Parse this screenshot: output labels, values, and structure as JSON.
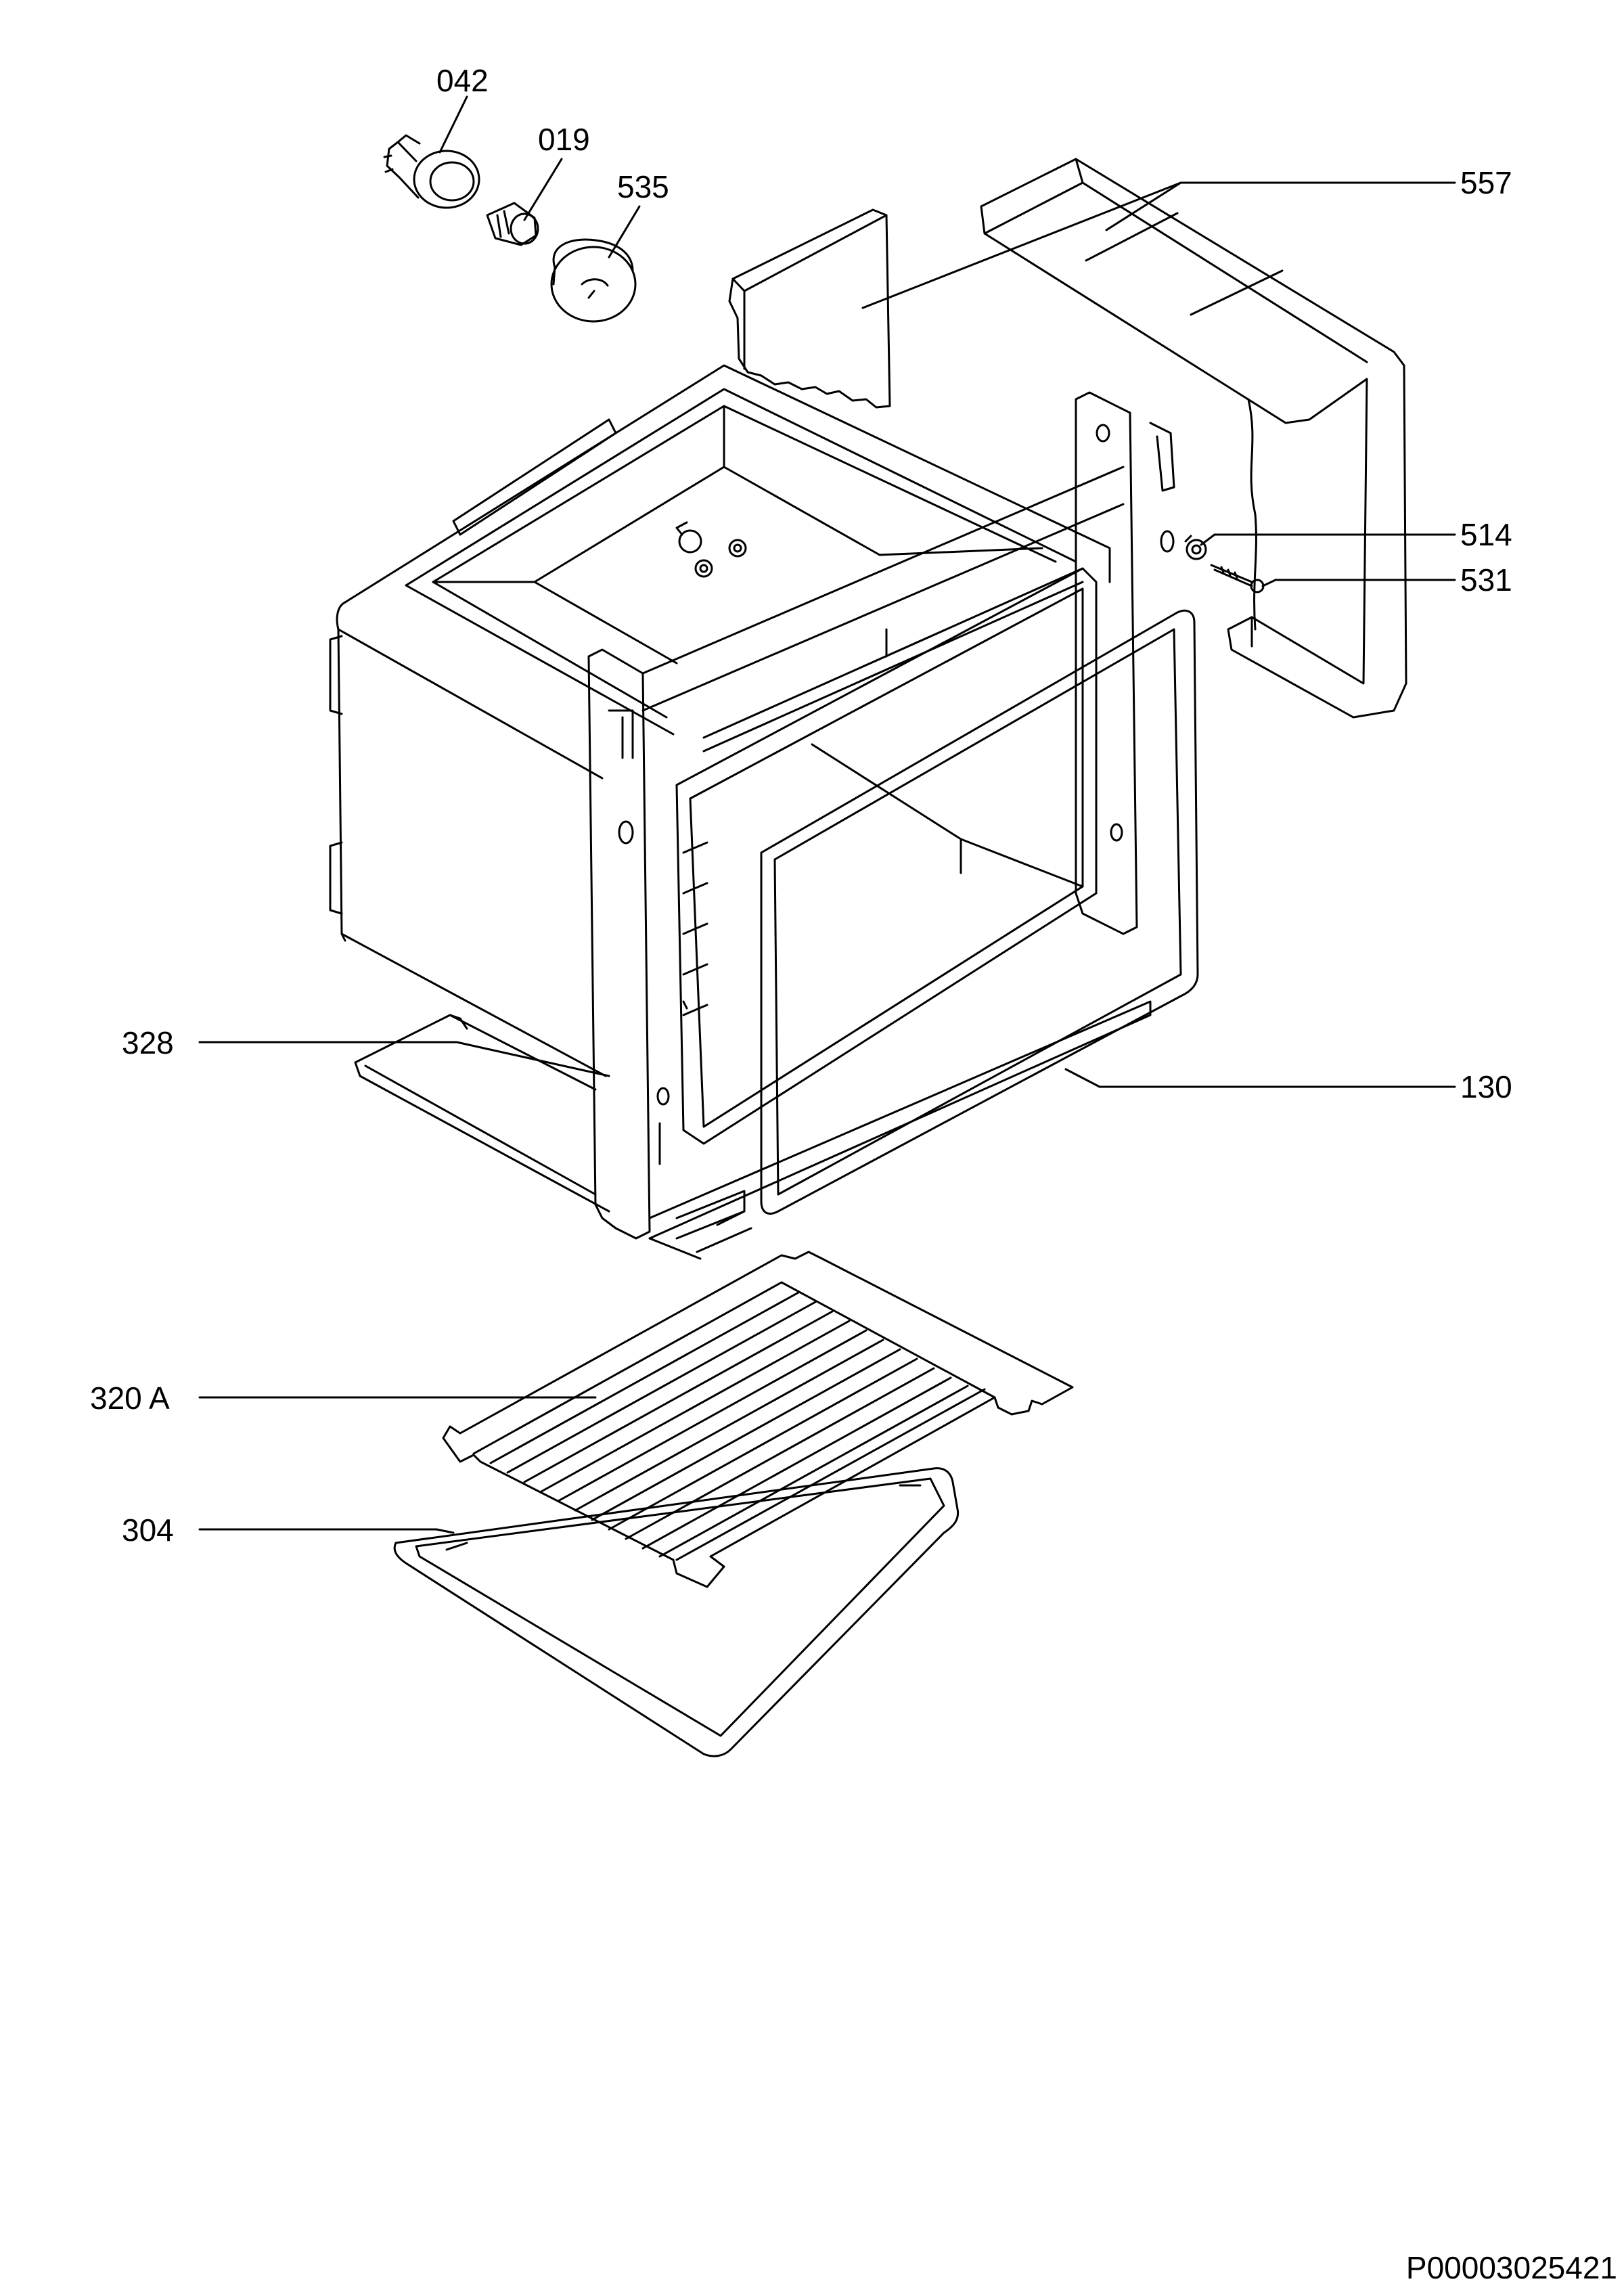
{
  "callouts": {
    "c042": "042",
    "c019": "019",
    "c535": "535",
    "c557": "557",
    "c514": "514",
    "c531": "531",
    "c328": "328",
    "c130": "130",
    "c320a": "320 A",
    "c304": "304"
  },
  "document_id": "P00003025421",
  "colors": {
    "line": "#000000",
    "background": "#ffffff"
  }
}
